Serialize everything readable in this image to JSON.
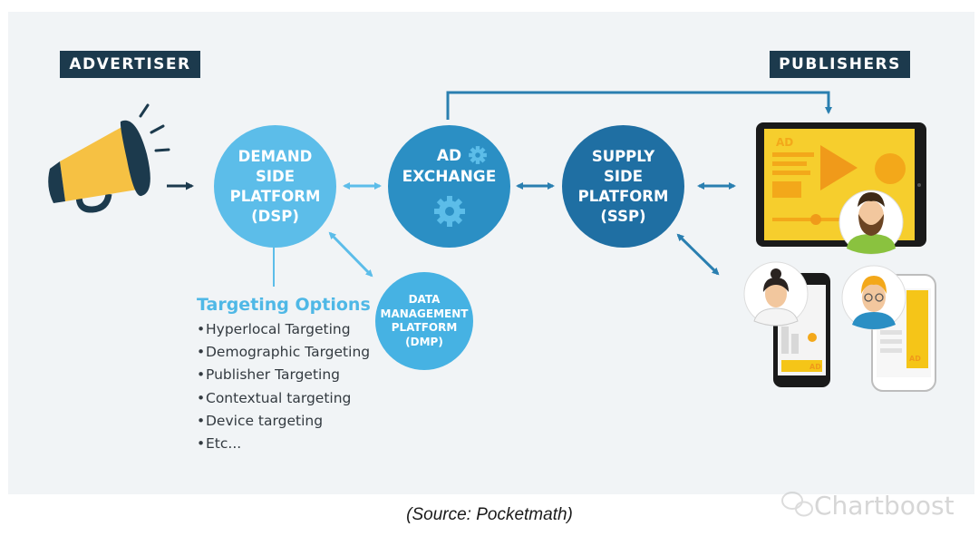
{
  "labels": {
    "advertiser": "ADVERTISER",
    "publishers": "PUBLISHERS"
  },
  "nodes": {
    "dsp": [
      "DEMAND",
      "SIDE",
      "PLATFORM",
      "(DSP)"
    ],
    "ad_exchange": [
      "AD",
      "EXCHANGE"
    ],
    "ssp": [
      "SUPPLY",
      "SIDE",
      "PLATFORM",
      "(SSP)"
    ],
    "dmp": [
      "DATA",
      "MANAGEMENT",
      "PLATFORM",
      "(DMP)"
    ]
  },
  "targeting": {
    "title": "Targeting Options",
    "items": [
      "Hyperlocal Targeting",
      "Demographic Targeting",
      "Publisher Targeting",
      "Contextual targeting",
      "Device targeting",
      "Etc..."
    ]
  },
  "device_labels": {
    "tablet_ad": "AD",
    "phone_ad_1": "AD",
    "phone_ad_2": "AD"
  },
  "source": "(Source: Pocketmath)",
  "watermark": "Chartboost",
  "colors": {
    "dark_navy": "#1c3a4d",
    "light_blue": "#5cbde9",
    "mid_blue": "#2b8fc4",
    "dark_blue": "#1f6fa3",
    "dmp_blue": "#46b2e3",
    "arrow": "#2a7fb0",
    "megaphone_yellow": "#f6c143",
    "tablet_yellow": "#f5c518",
    "targeting_title": "#4fb8e6"
  },
  "icons": [
    "megaphone-icon",
    "gear-icon",
    "tablet-icon",
    "smartphone-icon",
    "person-avatar-icon",
    "wechat-icon"
  ]
}
